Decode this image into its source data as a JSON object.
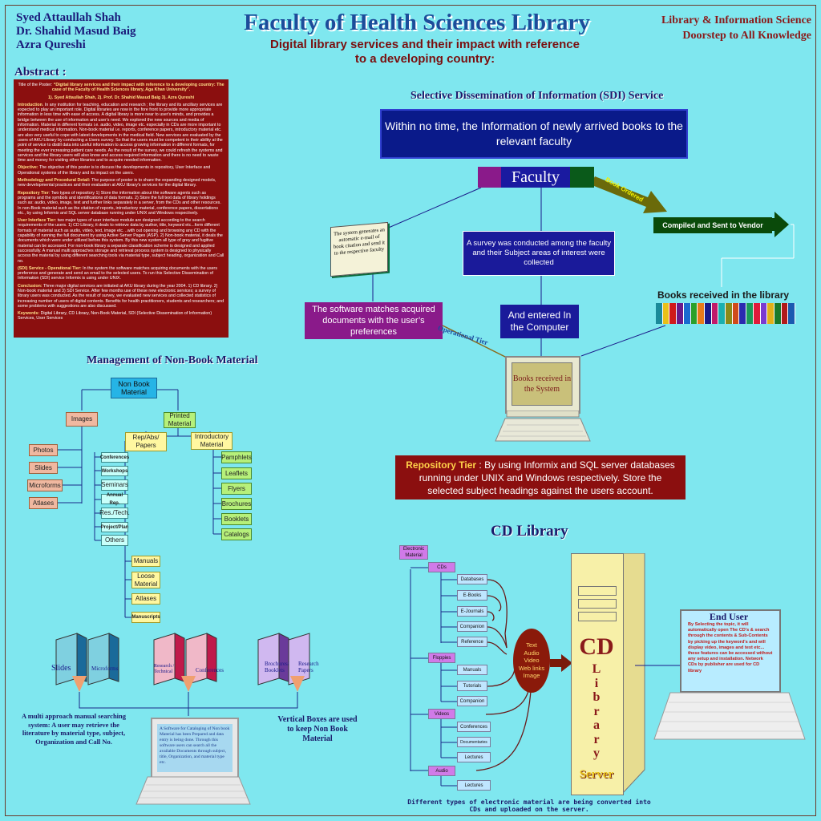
{
  "header": {
    "authors": [
      "Syed Attaullah Shah",
      "Dr. Shahid Masud Baig",
      "Azra Qureshi"
    ],
    "title": "Faculty of Health Sciences Library",
    "subtitle_line1": "Digital library services and their impact with reference",
    "subtitle_line2": "to a developing country:",
    "tagline_line1": "Library & Information Science",
    "tagline_line2": "Doorstep to All Knowledge"
  },
  "abstract": {
    "heading": "Abstract :",
    "title_of_poster_label": "Title of the Poster: ",
    "title_of_poster": "“Digital library services and their impact with reference to a developing country: The case of the Faculty of Health Sciences library, Aga Khan University”.",
    "authors_line": "1). Syed Attaullah Shah,   2). Prof. Dr. Shahid Masud Baig  3). Azra Qureshi",
    "intro_label": "Introduction",
    "intro": ". In any institution for teaching, education and research ; the library and its ancillary services are expected to play an important  role. Digital libraries are now in the fore front to provide more appropriate information in less time with ease of access. A digital library is more near to user's minds, and provides a bridge between the use of information and user's need. We explored the new sources and media of information. Material in different formats i.e. audio, video, image etc. especially in CDs are more important to understand medical information. Non-book material i.e. reports, conference papers, introductory material etc. are also very useful to cope with latest developments in the medical field. New services are evaluated by the users of AKU Library by conducting a Users survey. So that the users must be competent in their ability at the point of service to distill data into useful information to access growing information in different formats, for meeting the ever increasing patient care needs. As the result of the survey, we could refresh the systems and services and the library users will also know and access required information and there is no need to waste time and money for visiting other libraries and to acquire needed information.",
    "objective_label": "Objective:",
    "objective": " The objective of this poster is to discuss the developments in repository, User Interface and Operational systems of the library and its impact on the users.",
    "method_label": "Methodology and Procedural Detail:",
    "method": " The purpose of poster is to share the expanding designed models, new developmental practices and their evaluation at AKU library's services for the digital library.",
    "repo_label": "Repository Tier",
    "repo": ": Two types of repository 1) Store the information about the software agents such as programs and the symbols and identifications of data formats. 2) Store the full text data of library holdings such as: audio, video, image, text and further links separately in a server, from the CDs and other resources.  In non-Book material such as the citation of reports, introductory material, conference papers, dissertations etc., by using Informix and SQL server database running under UNIX and Windows respectively.",
    "ui_label": "User Interface Tier:",
    "ui": " two major types of user interface module are designed according to the search requirements of the users. 1) CD Library, it deals to retrieve data by author, title, keyword etc...form different formats of material such as audio, video, text, image etc. ..with out opening and browsing any CD with the capability of running the full document by using Active Server Pages (ASP). 2) Non-book material, it deals the documents which were under utilized before this system. By this new system all type of grey and fugitive material can be accessed. For non-book library a separate classification scheme is designed and applied successfully. A manual multi approaches storage and retrieval process system is designed to physically access the material by using different searching tools via material type, subject heading, organization and Call no.",
    "sdi_label": "(SDI) Service - Operational Tier:",
    "sdi": " In the system the software matches acquiring documents with the users preference and generate and send an email to the selected users. To run this Selective Dissemination of Information (SDI) service Informix is using under UNIX.",
    "conclusion_label": "Conclusion:",
    "conclusion": " Three major digital services are initiated at AKU library during the year 2004. 1) CD library. 2) Non-book material and 3) SDI Service. After few months use of these new electronic services; a survey of library users was conducted. As the result of survey, we evaluated new services and collected statistics of increasing number of users of digital contents. Benefits for health practitioners, students and researchers; and some problems with suggestions are also discussed.",
    "keywords_label": "Keywords:",
    "keywords": " Digital Library, CD Library, Non-Book Material, SDI (Selective Dissemination of Information) Services, User Services"
  },
  "sdi": {
    "heading": "Selective Dissemination of Information (SDI) Service",
    "banner": "Within no time, the Information of newly arrived books to the relevant faculty",
    "faculty": "Faculty",
    "book_ordered": "Book Ordered",
    "vendor": "Compiled and Sent to Vendor",
    "system_generates": "The system generates an automatic e-mail of book citation and send it to the respective faculty",
    "survey": "A survey was conducted among the faculty and their Subject areas of interest were collected",
    "books_received_label": "Books received in the library",
    "software_matches": "The software matches acquired documents with the user’s preferences",
    "entered": "And  entered In the Computer",
    "operational_tier": "Operational Tier",
    "books_in_system": "Books received in the System",
    "repo_label": "Repository Tier",
    "repo_text": " : By using Informix and SQL server databases running under UNIX and Windows respectively. Store the selected subject headings against the users account.",
    "book_colors": [
      "#1a8a9a",
      "#e8c01a",
      "#d01a1a",
      "#6a1a8a",
      "#1a6ad0",
      "#2aa02a",
      "#e87a1a",
      "#1a1a8a",
      "#c01a6a",
      "#1ab0b0",
      "#8a8a1a",
      "#d04a1a",
      "#2a2ab0",
      "#1a9a5a",
      "#e01a3a",
      "#7a3ad0",
      "#e0b01a",
      "#1a7a2a",
      "#b01a1a",
      "#1a5ab0"
    ]
  },
  "nbm": {
    "heading": "Management of Non-Book Material",
    "root": "Non Book Material",
    "images": "Images",
    "printed": "Printed Material",
    "rep": "Rep/Abs/ Papers",
    "intro": "Introductory Material",
    "image_items": [
      "Photos",
      "Slides",
      "Microforms",
      "Atlases"
    ],
    "rep_items": [
      "Conferences",
      "Workshops",
      "Seminars",
      "Annual Rep.",
      "Res./Tech.",
      "Project/Plan",
      "Others"
    ],
    "intro_items": [
      "Pamphlets",
      "Leaflets",
      "Flyers",
      "Brochures",
      "Booklets",
      "Catalogs"
    ],
    "printed_items": [
      "Manuals",
      "Loose Material",
      "Atlases",
      "Manuscripts"
    ],
    "box_titles": [
      "Slides",
      "Microforms",
      "Research / Technical",
      "Conferences",
      "Brochures/ Booklets",
      "Research Papers"
    ],
    "note_left": "A multi approach manual searching system: A user may retrieve the literature by material type,  subject, Organization and Call No.",
    "note_right": "Vertical Boxes are used to keep Non Book Material",
    "laptop_text": "A Software for Cataloging of Non book Material has been Prepared and data entry is being done. Through this software users can search all the available Documents through subject, title, Organization, and material type etc."
  },
  "cd": {
    "heading": "CD Library",
    "root": "Electronic Material",
    "cds": "CDs",
    "cd_items": [
      "Databases",
      "E-Books",
      "E-Journals",
      "Companion",
      "Reference"
    ],
    "floppies": "Floppies",
    "floppy_items": [
      "Manuals",
      "Tutorials",
      "Companion"
    ],
    "videos": "Videos",
    "video_items": [
      "Conferences",
      "Documentaries",
      "Lectures"
    ],
    "audio": "Audio",
    "audio_items": [
      "Lectures"
    ],
    "oval": [
      "Text",
      "Audio",
      "Video",
      "Web links",
      "Image"
    ],
    "server_big": "CD",
    "server_letters": [
      "L",
      "i",
      "b",
      "r",
      "a",
      "r",
      "y"
    ],
    "server_label": "Server",
    "enduser_title": "End User",
    "enduser_text": "By  Selecting  the  topic, it will automatically open  The  CD's & search through the contents & Sub-Contents  by  picking  up  the keyword's and will  display  video, images and  text  etc... these  features can be accessed without  any setup and installation. Network CDs by publisher are used  for  CD library",
    "footer": "Different types of electronic material are being converted into CDs and uploaded on the server."
  }
}
